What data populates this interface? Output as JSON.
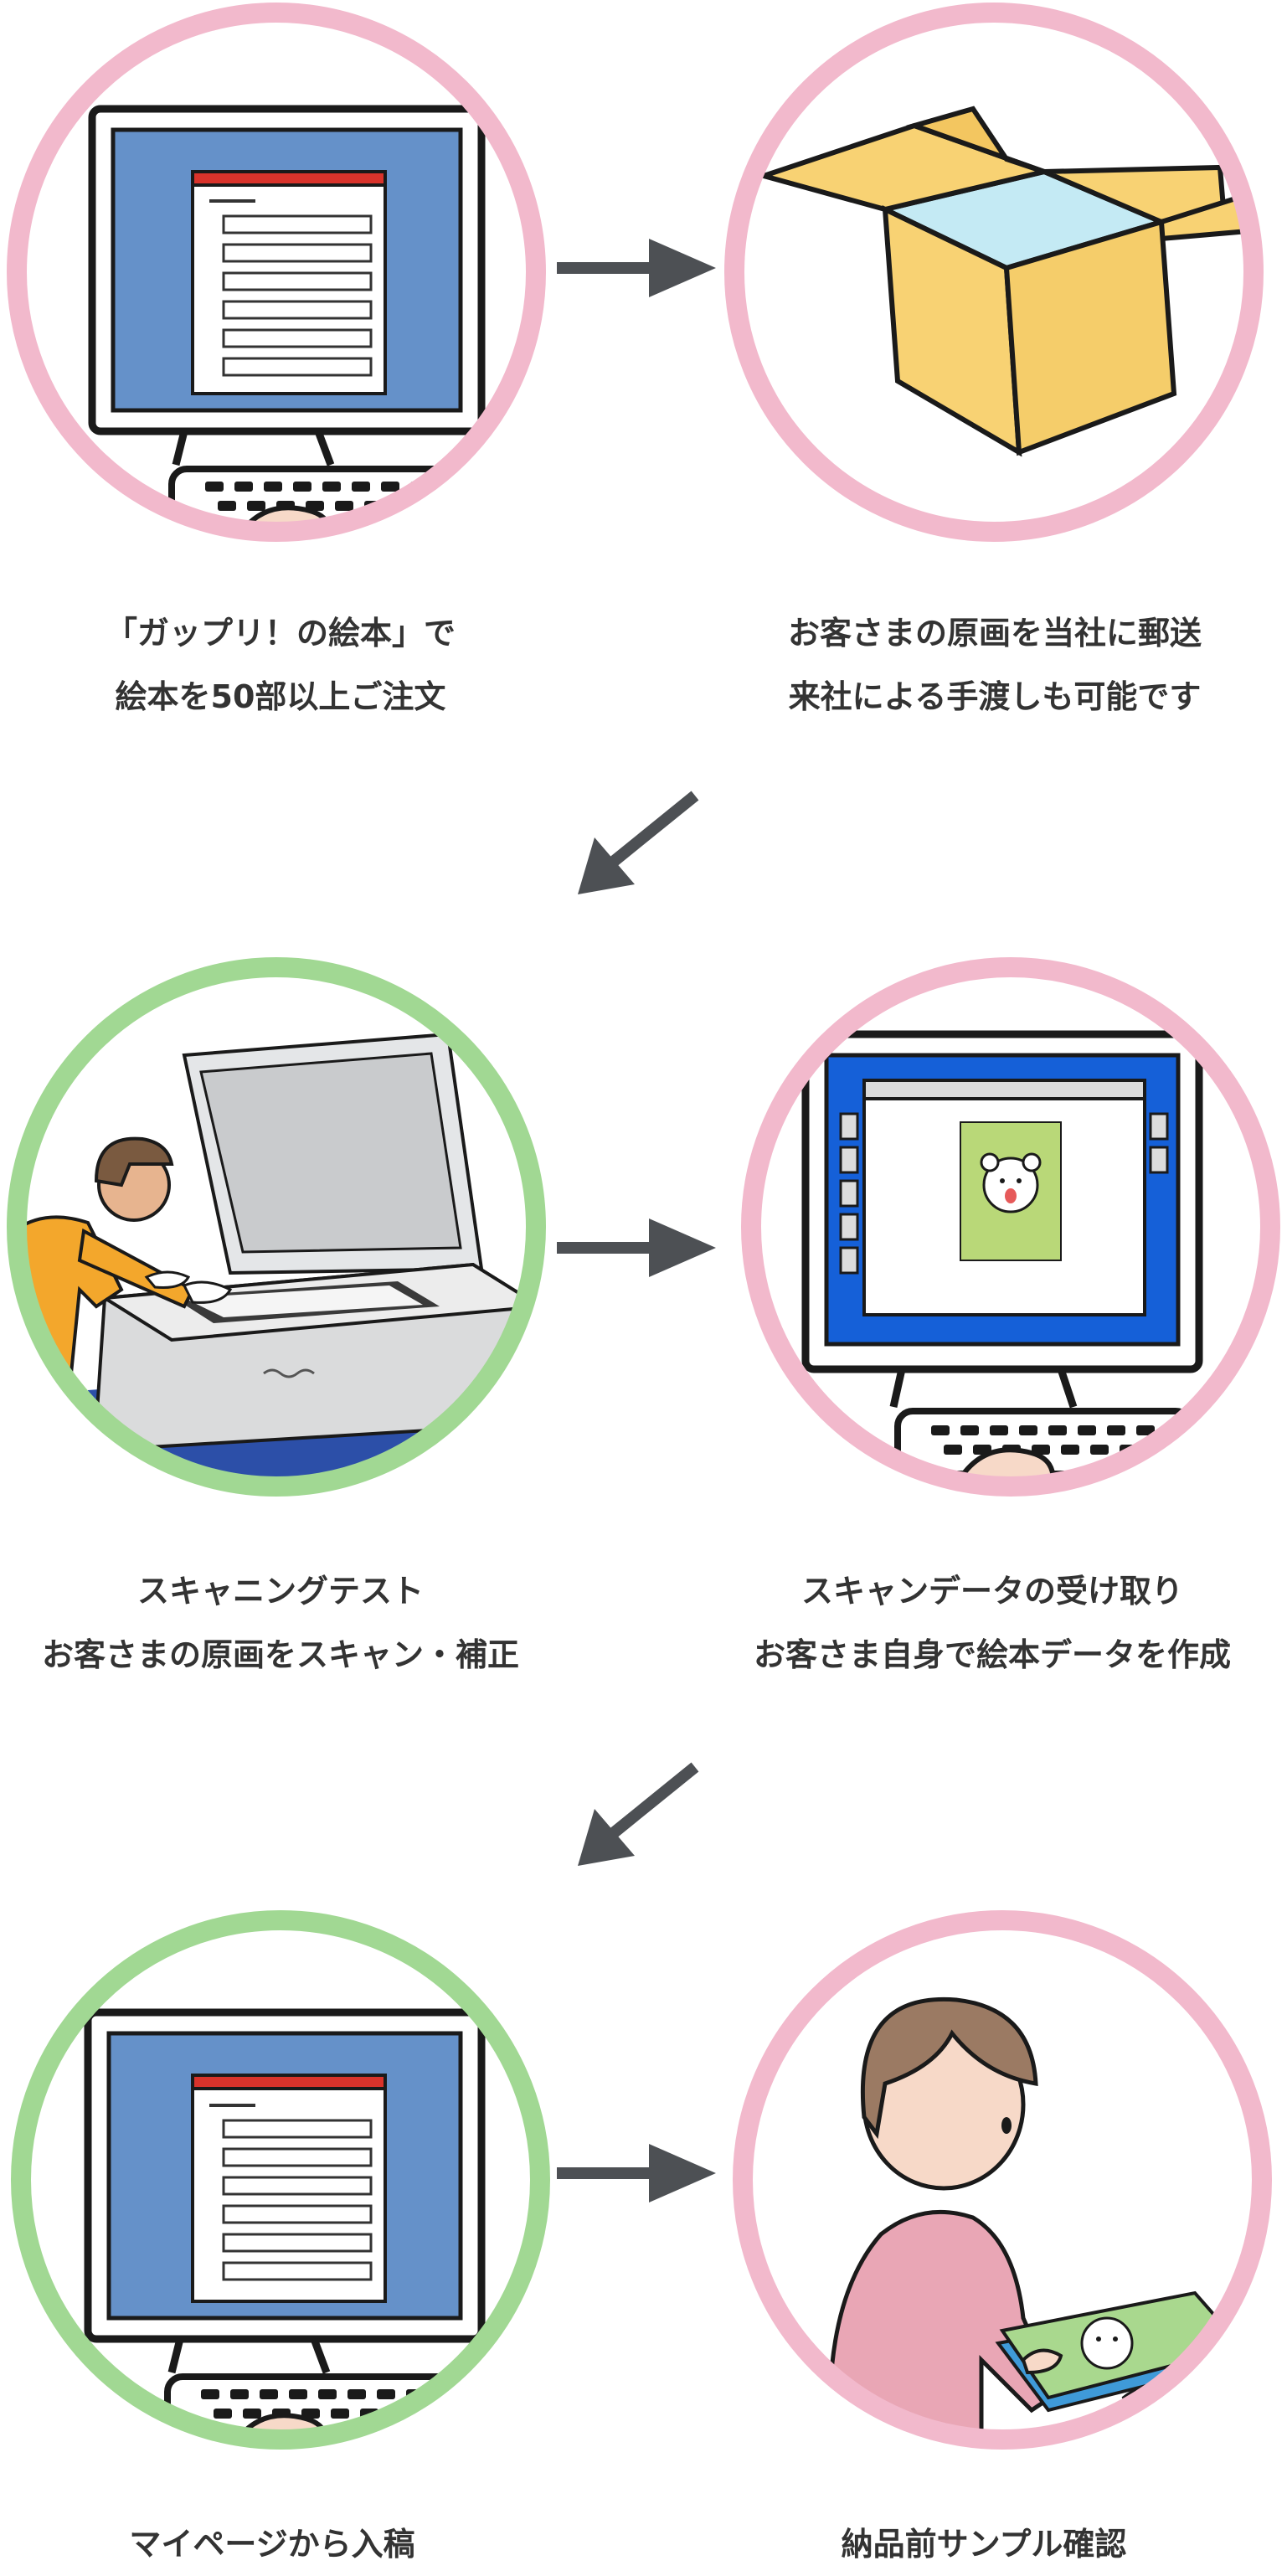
{
  "colors": {
    "pink_ring": "#f2b9cc",
    "green_ring": "#a1d893",
    "arrow": "#4d5054",
    "label_text": "#333333"
  },
  "steps": [
    {
      "ring": "pink",
      "icon": "computer-order-form-icon",
      "lines": [
        "「ガップリ！の絵本」で",
        "絵本を50部以上ご注文"
      ]
    },
    {
      "ring": "pink",
      "icon": "cardboard-box-icon",
      "lines": [
        "お客さまの原画を当社に郵送",
        "来社による手渡しも可能です"
      ]
    },
    {
      "ring": "green",
      "icon": "scanner-operator-icon",
      "lines": [
        "スキャニングテスト",
        "お客さまの原画をスキャン・補正"
      ]
    },
    {
      "ring": "pink",
      "icon": "computer-scanned-image-icon",
      "lines": [
        "スキャンデータの受け取り",
        "お客さま自身で絵本データを作成"
      ]
    },
    {
      "ring": "green",
      "icon": "computer-order-form-icon",
      "lines": [
        "マイページから入稿"
      ]
    },
    {
      "ring": "pink",
      "icon": "person-reading-book-icon",
      "lines": [
        "納品前サンプル確認"
      ]
    }
  ]
}
